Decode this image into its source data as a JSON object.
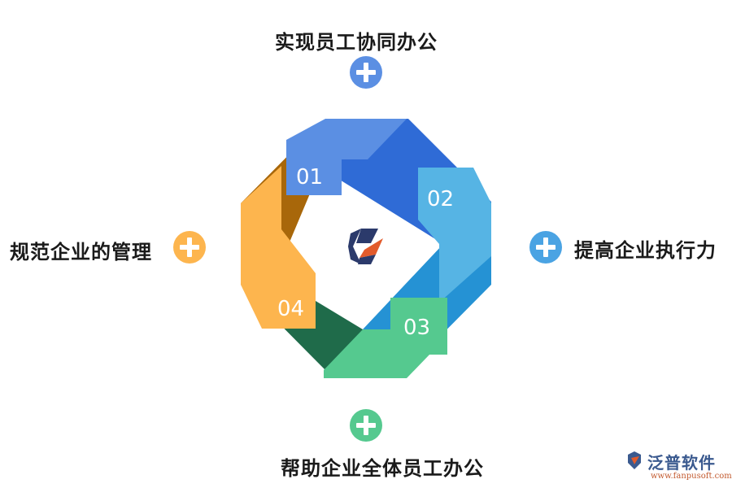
{
  "steps": [
    {
      "label": "实现员工协同办公",
      "number": "01",
      "color": "#5b8fe3"
    },
    {
      "label": "提高企业执行力",
      "number": "02",
      "color": "#56b4e4"
    },
    {
      "label": "帮助企业全体员工办公",
      "number": "03",
      "color": "#55c98f"
    },
    {
      "label": "规范企业的管理",
      "number": "04",
      "color": "#fdb54e"
    }
  ],
  "center_icon": "company-logo",
  "brand": {
    "name": "泛普软件",
    "url": "www.fanpusoft.com"
  }
}
